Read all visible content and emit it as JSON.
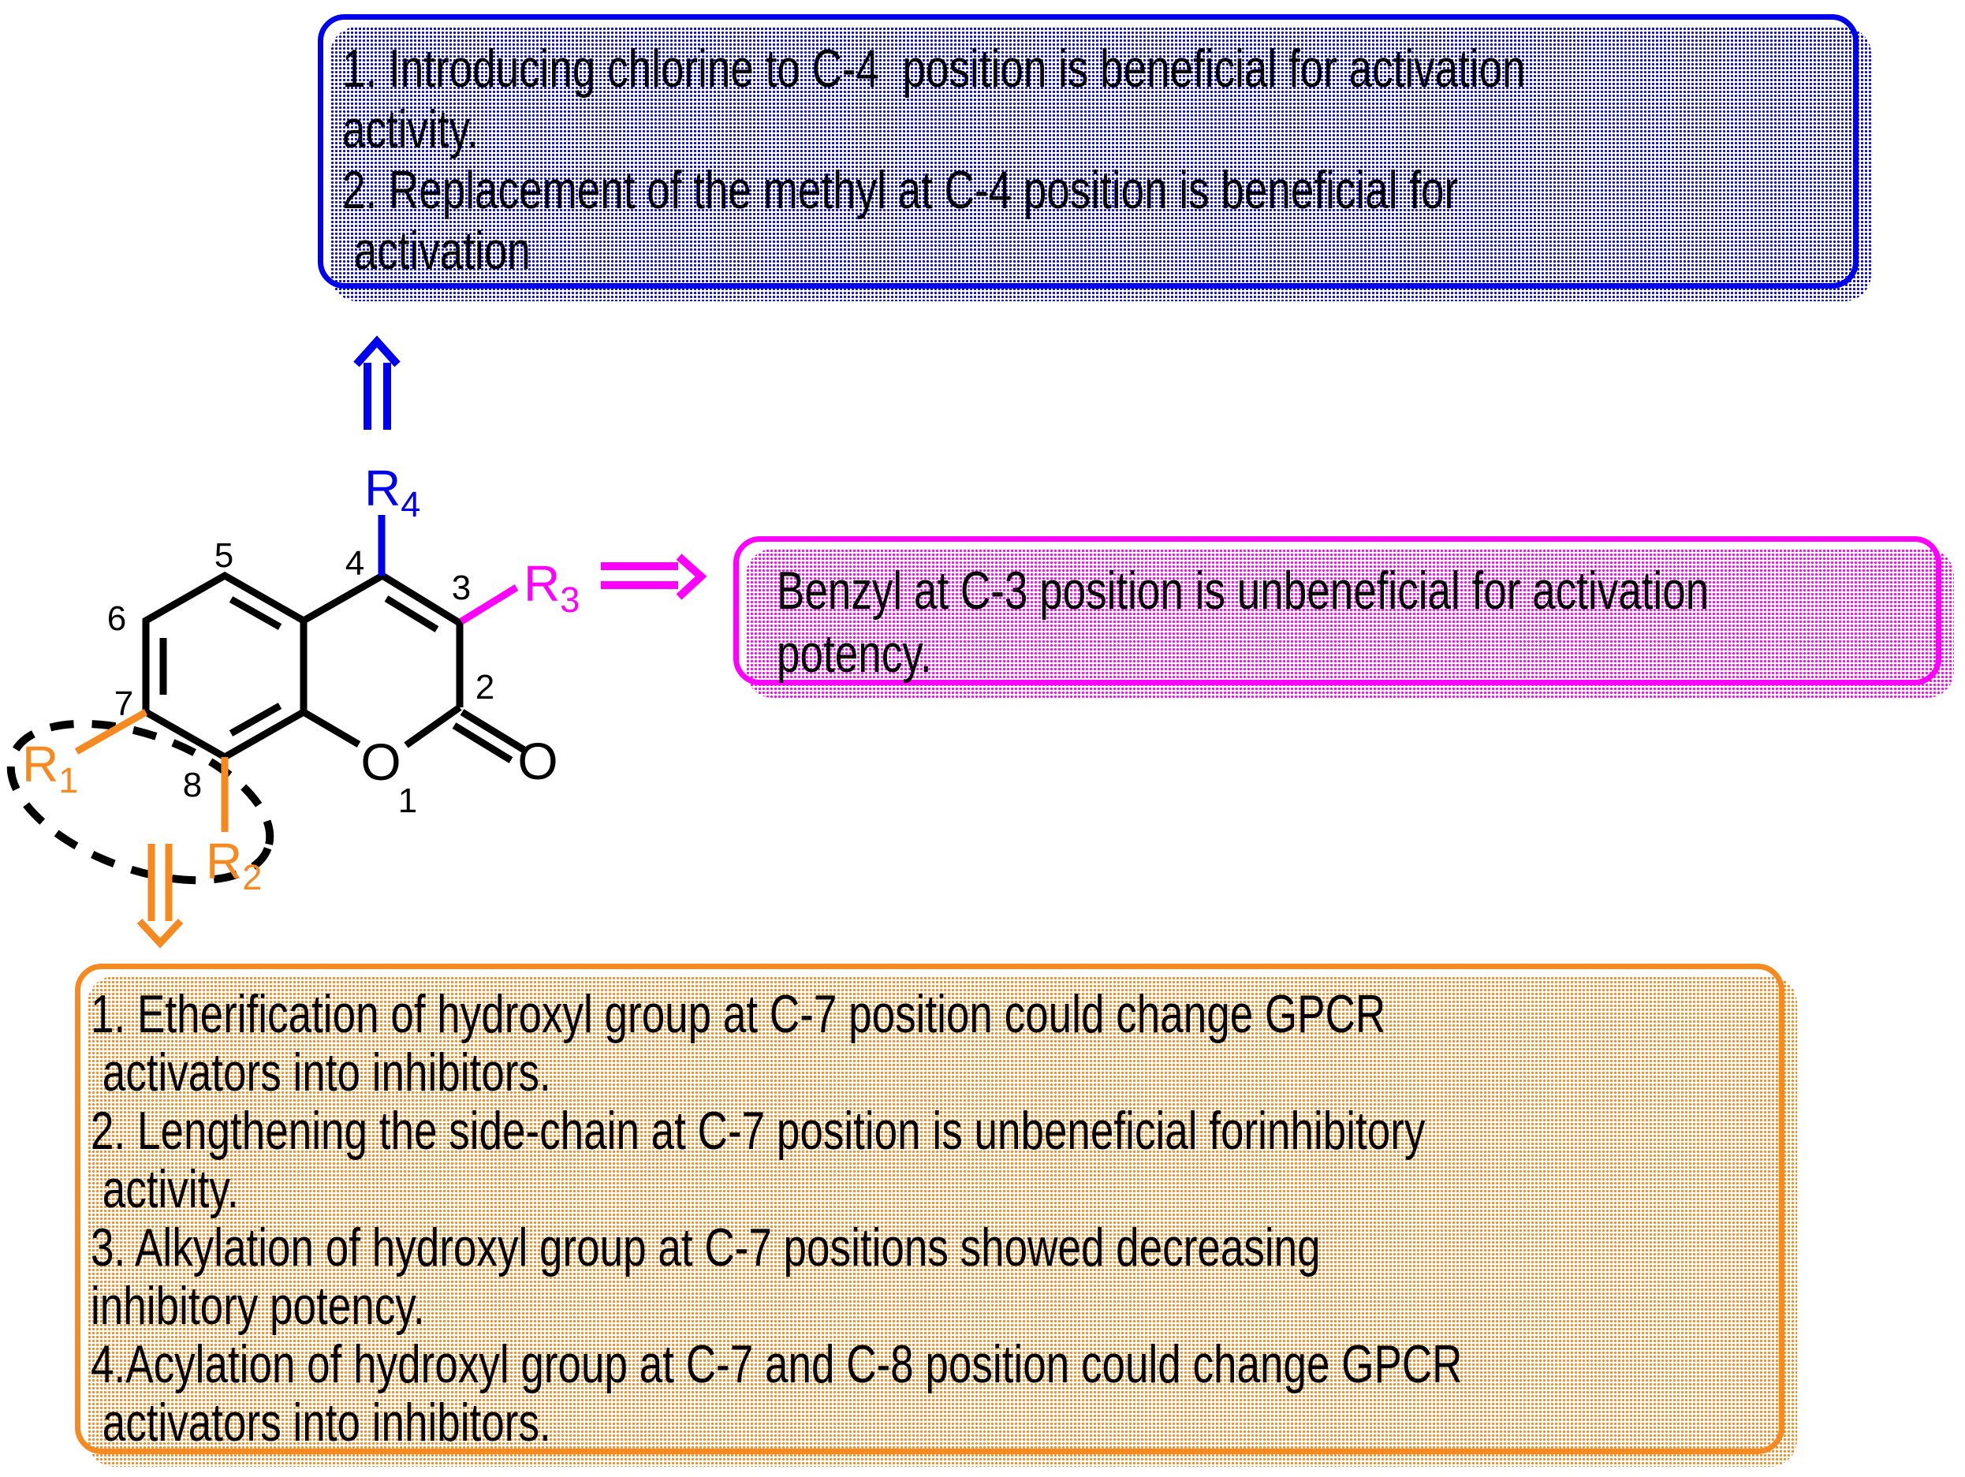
{
  "colors": {
    "blue": "#0000EE",
    "magenta": "#FF00FF",
    "orange": "#F6891F",
    "ink": "#000000"
  },
  "molecule": {
    "atoms": {
      "ring_oxygen": "O",
      "carbonyl_oxygen": "O"
    },
    "positions": {
      "p1": "1",
      "p2": "2",
      "p3": "3",
      "p4": "4",
      "p5": "5",
      "p6": "6",
      "p7": "7",
      "p8": "8"
    },
    "substituents": {
      "r1": {
        "base": "R",
        "sub": "1"
      },
      "r2": {
        "base": "R",
        "sub": "2"
      },
      "r3": {
        "base": "R",
        "sub": "3"
      },
      "r4": {
        "base": "R",
        "sub": "4"
      }
    }
  },
  "boxes": {
    "blue": {
      "text": "1. Introducing chlorine to C-4  position is beneficial for activation\nactivity.\n2. Replacement of the methyl at C-4 position is beneficial for\n activation"
    },
    "magenta": {
      "text": "Benzyl at C-3 position is unbeneficial for activation\npotency."
    },
    "orange": {
      "text": "1. Etherification of hydroxyl group at C-7 position could change GPCR\n activators into inhibitors.\n2. Lengthening the side-chain at C-7 position is unbeneficial forinhibitory\n activity.\n3. Alkylation of hydroxyl group at C-7 positions showed decreasing\ninhibitory potency.\n4.Acylation of hydroxyl group at C-7 and C-8 position could change GPCR\n activators into inhibitors."
    }
  }
}
